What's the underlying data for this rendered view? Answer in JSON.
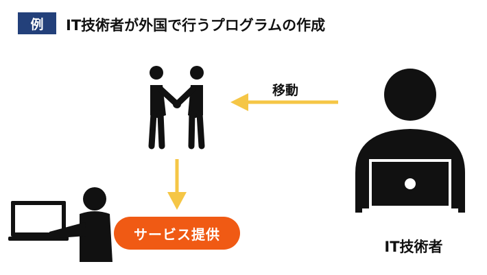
{
  "header": {
    "badge": "例",
    "title": "IT技術者が外国で行うプログラムの作成"
  },
  "flow": {
    "move_label": "移動",
    "service_label": "サービス提供",
    "engineer_label": "IT技術者"
  },
  "colors": {
    "badge_bg": "#23407a",
    "arrow": "#f5c646",
    "service_pill": "#f05a14",
    "figure": "#111111"
  },
  "icons": [
    "handshake-icon",
    "developer-at-desk-icon",
    "engineer-with-laptop-icon"
  ]
}
